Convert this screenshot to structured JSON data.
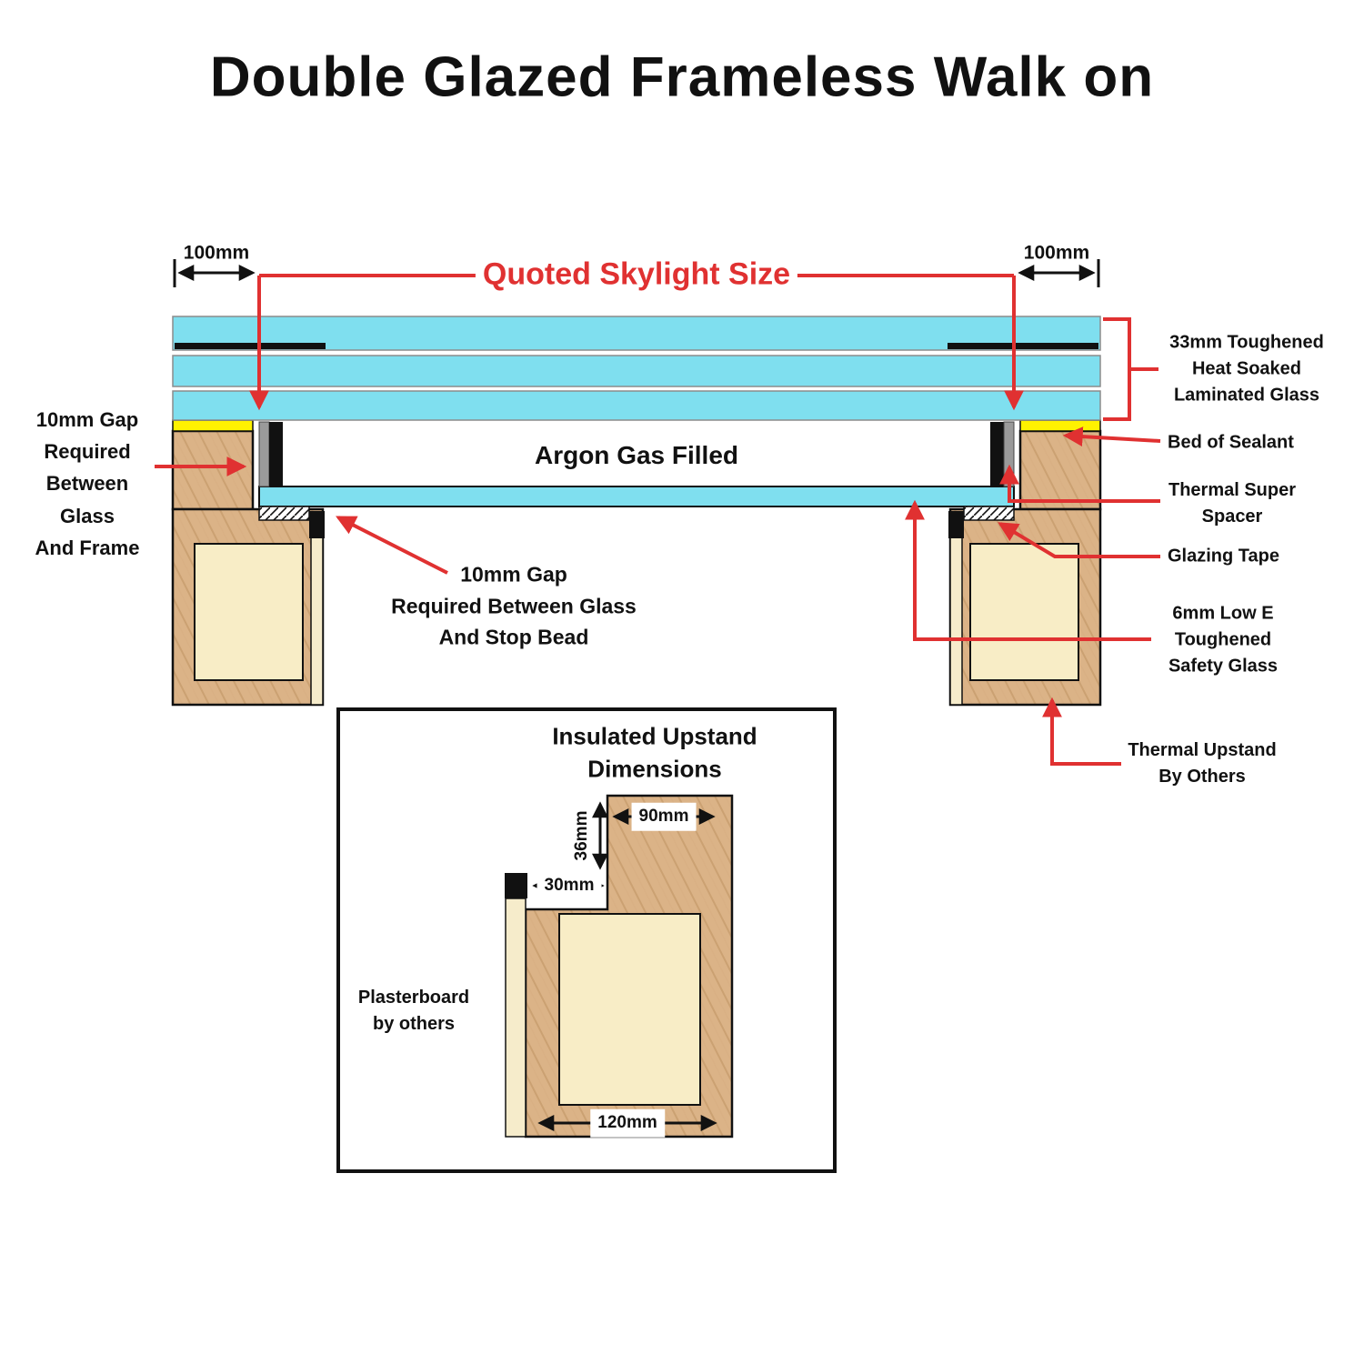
{
  "title": "Double Glazed Frameless Walk on",
  "colors": {
    "glass_cyan": "#7FDFEF",
    "wood_tan": "#DBB387",
    "insulation_cream": "#F8EDC6",
    "plasterboard_cream": "#F6ECCB",
    "sealant_yellow": "#FFF200",
    "annotation_red": "#E03131",
    "spacer_gray": "#9A9A9A",
    "line_black": "#111111"
  },
  "main_diagram": {
    "dim_left": "100mm",
    "dim_right": "100mm",
    "quoted_size_label": "Quoted Skylight Size",
    "argon_label": "Argon Gas Filled",
    "gap_frame_label": "10mm Gap\nRequired\nBetween\nGlass\nAnd Frame",
    "gap_stop_bead_label": "10mm Gap\nRequired Between Glass\nAnd Stop Bead",
    "callouts": {
      "laminated_glass": "33mm Toughened\nHeat Soaked\nLaminated Glass",
      "bed_of_sealant": "Bed of Sealant",
      "thermal_spacer": "Thermal Super\nSpacer",
      "glazing_tape": "Glazing Tape",
      "low_e_glass": "6mm Low E\nToughened\nSafety Glass",
      "thermal_upstand": "Thermal Upstand\nBy Others"
    }
  },
  "inset": {
    "title": "Insulated Upstand\nDimensions",
    "dim_top_width": "90mm",
    "dim_step_height": "36mm",
    "dim_step_width": "30mm",
    "dim_base_width": "120mm",
    "plasterboard_label": "Plasterboard\nby others"
  }
}
